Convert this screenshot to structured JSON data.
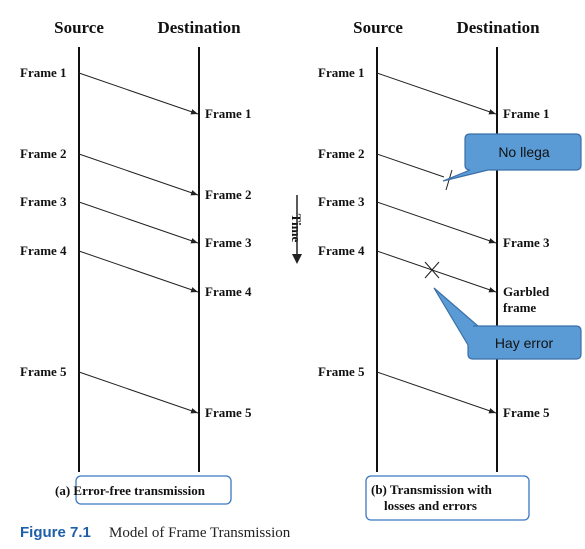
{
  "panel_a": {
    "source_header": "Source",
    "destination_header": "Destination",
    "source_frames": [
      "Frame 1",
      "Frame 2",
      "Frame 3",
      "Frame 4",
      "Frame 5"
    ],
    "destination_frames": [
      "Frame 1",
      "Frame 2",
      "Frame 3",
      "Frame 4",
      "Frame 5"
    ],
    "caption": "(a) Error-free transmission"
  },
  "panel_b": {
    "source_header": "Source",
    "destination_header": "Destination",
    "source_frames": [
      "Frame 1",
      "Frame 2",
      "Frame 3",
      "Frame 4",
      "Frame 5"
    ],
    "destination_frames": [
      "Frame 1",
      "Frame 3",
      "Frame 5"
    ],
    "garbled_line1": "Garbled",
    "garbled_line2": "frame",
    "caption_line1": "(b) Transmission with",
    "caption_line2": "losses and errors",
    "callout_lost": "No llega",
    "callout_error": "Hay error"
  },
  "time_label": "Time",
  "figure": {
    "number": "Figure 7.1",
    "title": "Model of Frame Transmission"
  },
  "colors": {
    "callout_fill": "#5b9bd5",
    "callout_stroke": "#3a6fa8",
    "caption_border": "#3a78c2",
    "figure_number": "#1f5fa8"
  }
}
